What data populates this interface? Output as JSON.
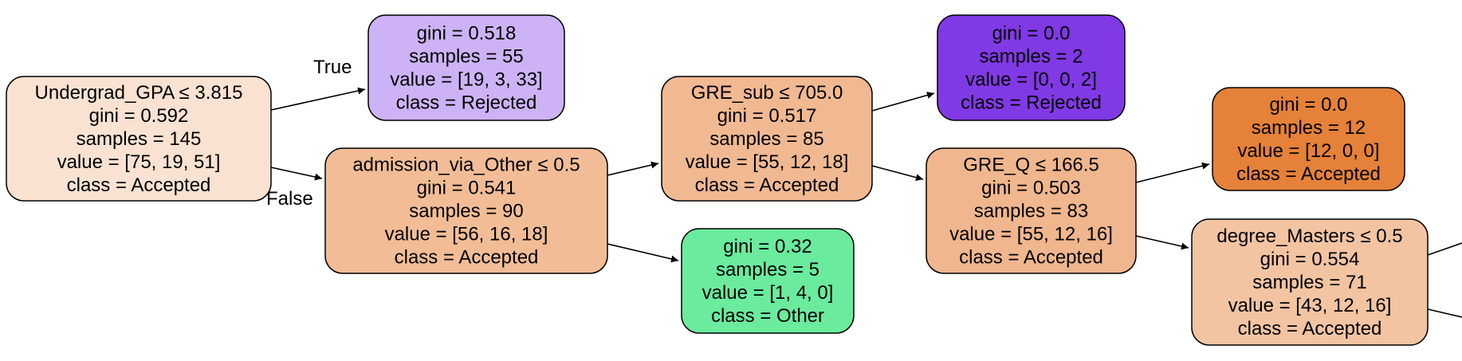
{
  "tree": {
    "nodes": [
      {
        "id": "n0",
        "lines": [
          "Undergrad_GPA ≤ 3.815",
          "gini = 0.592",
          "samples = 145",
          "value = [75, 19, 51]",
          "class = Accepted"
        ],
        "fill": "#f9e2d1"
      },
      {
        "id": "n1",
        "lines": [
          "gini = 0.518",
          "samples = 55",
          "value = [19, 3, 33]",
          "class = Rejected"
        ],
        "fill": "#cdb3f5"
      },
      {
        "id": "n2",
        "lines": [
          "admission_via_Other ≤ 0.5",
          "gini = 0.541",
          "samples = 90",
          "value = [56, 16, 18]",
          "class = Accepted"
        ],
        "fill": "#f2bd96"
      },
      {
        "id": "n3",
        "lines": [
          "GRE_sub ≤ 705.0",
          "gini = 0.517",
          "samples = 85",
          "value = [55, 12, 18]",
          "class = Accepted"
        ],
        "fill": "#f1b991"
      },
      {
        "id": "n4",
        "lines": [
          "gini = 0.32",
          "samples = 5",
          "value = [1, 4, 0]",
          "class = Other"
        ],
        "fill": "#6aeb9e"
      },
      {
        "id": "n5",
        "lines": [
          "gini = 0.0",
          "samples = 2",
          "value = [0, 0, 2]",
          "class = Rejected"
        ],
        "fill": "#8139e5"
      },
      {
        "id": "n6",
        "lines": [
          "GRE_Q ≤ 166.5",
          "gini = 0.503",
          "samples = 83",
          "value = [55, 12, 16]",
          "class = Accepted"
        ],
        "fill": "#f0b68d"
      },
      {
        "id": "n7",
        "lines": [
          "gini = 0.0",
          "samples = 12",
          "value = [12, 0, 0]",
          "class = Accepted"
        ],
        "fill": "#e58139"
      },
      {
        "id": "n8",
        "lines": [
          "degree_Masters ≤ 0.5",
          "gini = 0.554",
          "samples = 71",
          "value = [43, 12, 16]",
          "class = Accepted"
        ],
        "fill": "#f2c4a2"
      }
    ],
    "edges": [
      {
        "from": "n0",
        "to": "n1",
        "label": "True"
      },
      {
        "from": "n0",
        "to": "n2",
        "label": "False"
      },
      {
        "from": "n2",
        "to": "n3",
        "label": ""
      },
      {
        "from": "n2",
        "to": "n4",
        "label": ""
      },
      {
        "from": "n3",
        "to": "n5",
        "label": ""
      },
      {
        "from": "n3",
        "to": "n6",
        "label": ""
      },
      {
        "from": "n6",
        "to": "n7",
        "label": ""
      },
      {
        "from": "n6",
        "to": "n8",
        "label": ""
      }
    ]
  }
}
